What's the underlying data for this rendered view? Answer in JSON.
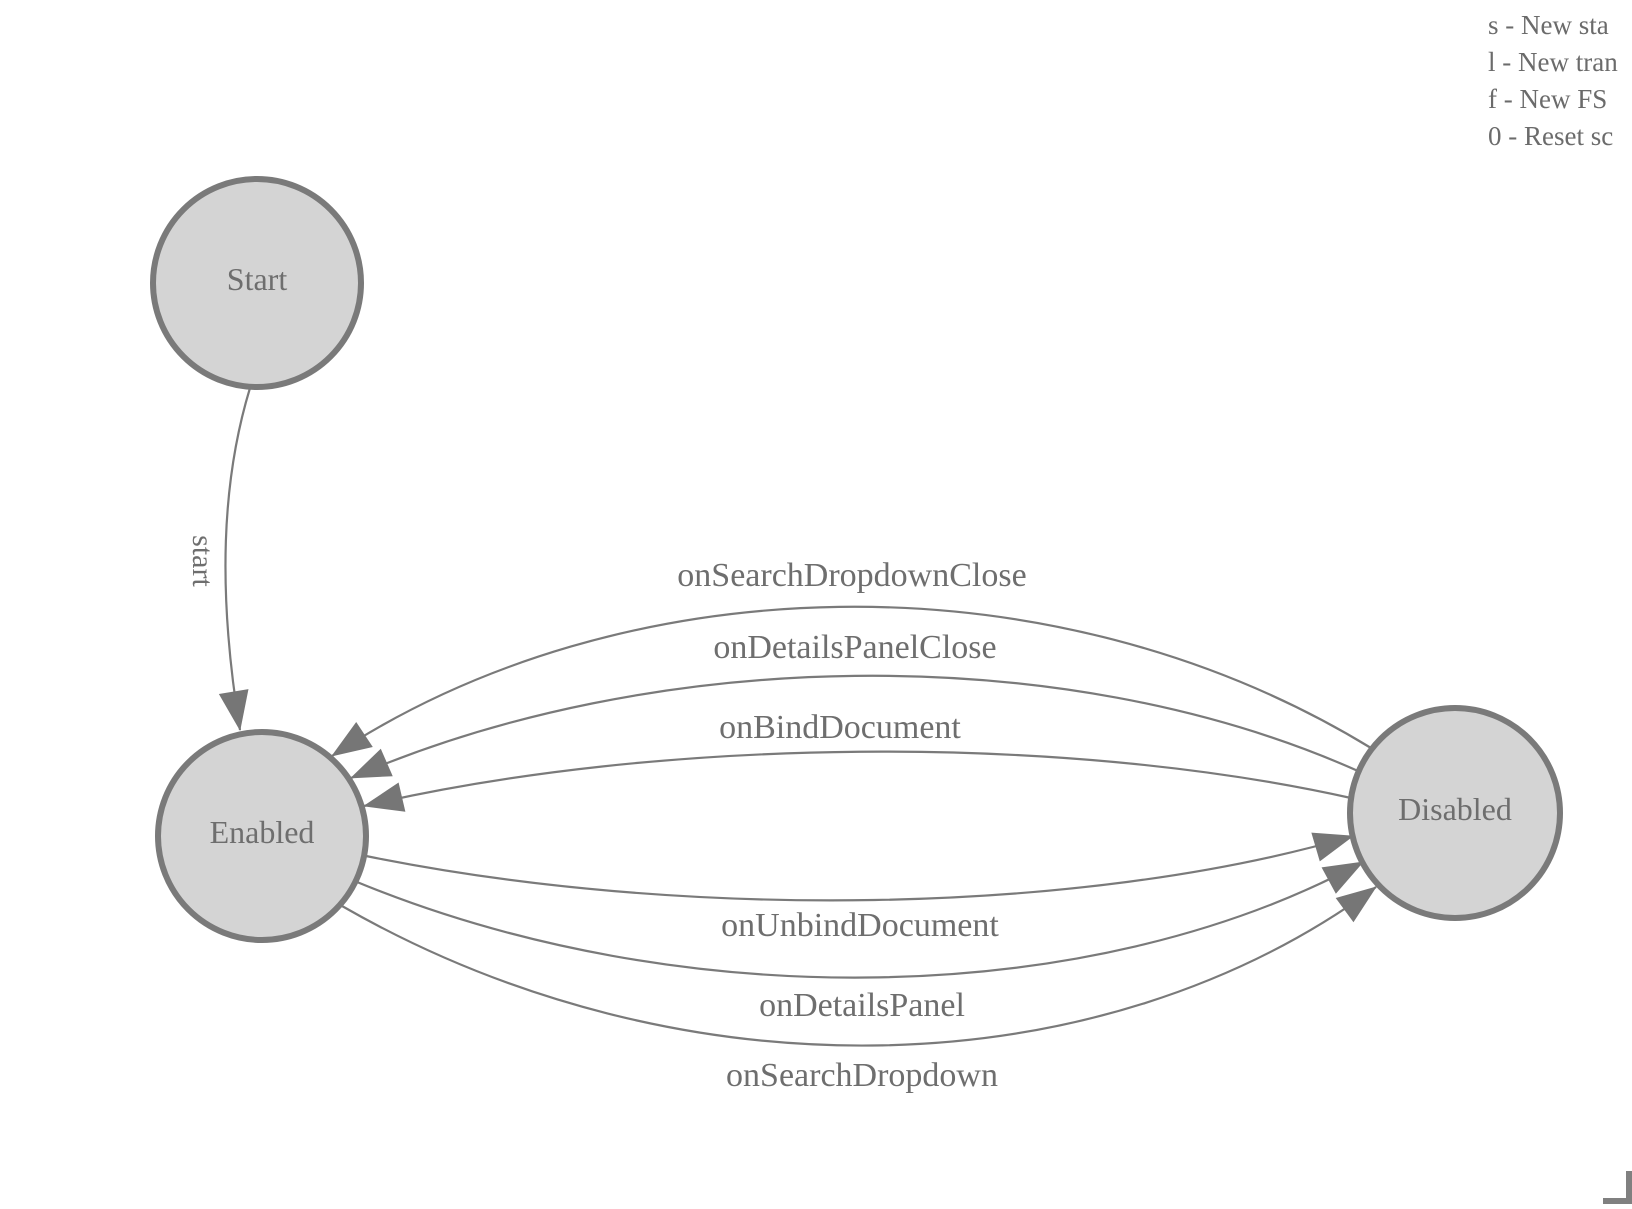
{
  "legend": {
    "lines": [
      "s - New sta",
      "l - New tran",
      "f - New FS",
      "0 - Reset sc"
    ]
  },
  "states": [
    {
      "label": "Start"
    },
    {
      "label": "Enabled"
    },
    {
      "label": "Disabled"
    }
  ],
  "transitions": [
    {
      "label": "start",
      "from": "Start",
      "to": "Enabled"
    },
    {
      "label": "onSearchDropdownClose",
      "from": "Disabled",
      "to": "Enabled"
    },
    {
      "label": "onDetailsPanelClose",
      "from": "Disabled",
      "to": "Enabled"
    },
    {
      "label": "onBindDocument",
      "from": "Disabled",
      "to": "Enabled"
    },
    {
      "label": "onUnbindDocument",
      "from": "Enabled",
      "to": "Disabled"
    },
    {
      "label": "onDetailsPanel",
      "from": "Enabled",
      "to": "Disabled"
    },
    {
      "label": "onSearchDropdown",
      "from": "Enabled",
      "to": "Disabled"
    }
  ],
  "colors": {
    "background": "#ffffff",
    "state_fill": "#d4d4d4",
    "state_stroke": "#7a7a7a",
    "edge_stroke": "#7a7a7a",
    "arrowhead": "#767676",
    "label_text": "#6e6e6e",
    "legend_text": "#6b6b6b",
    "corner": "#808080"
  }
}
